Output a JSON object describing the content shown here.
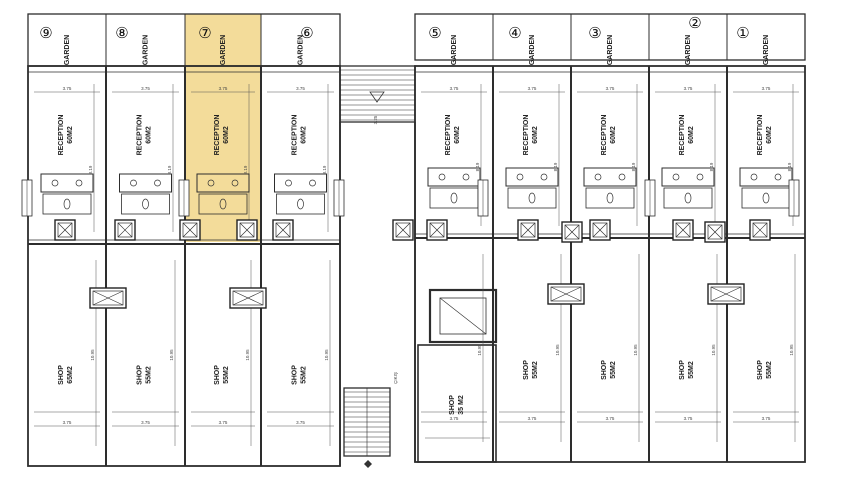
{
  "accent_color": "#f3dc9a",
  "gardens": [
    {
      "id": "9",
      "label": "GARDEN",
      "symbol": "⑨"
    },
    {
      "id": "8",
      "label": "GARDEN",
      "symbol": "⑧"
    },
    {
      "id": "7",
      "label": "GARDEN",
      "symbol": "⑦"
    },
    {
      "id": "6",
      "label": "GARDEN",
      "symbol": "⑥"
    },
    {
      "id": "5",
      "label": "GARDEN",
      "symbol": "⑤"
    },
    {
      "id": "4",
      "label": "GARDEN",
      "symbol": "④"
    },
    {
      "id": "3",
      "label": "GARDEN",
      "symbol": "③"
    },
    {
      "id": "2",
      "label": "GARDEN",
      "symbol": "②"
    },
    {
      "id": "1",
      "label": "GARDEN",
      "symbol": "①"
    }
  ],
  "reception": {
    "line1": "RECEPTION",
    "line2": "60M2"
  },
  "shops": [
    {
      "line1": "SHOP",
      "line2": "65M2"
    },
    {
      "line1": "SHOP",
      "line2": "55M2"
    },
    {
      "line1": "SHOP",
      "line2": "55M2"
    },
    {
      "line1": "SHOP",
      "line2": "55M2"
    },
    {
      "line1": "SHOP",
      "line2": "55M2"
    },
    {
      "line1": "SHOP",
      "line2": "55M2"
    },
    {
      "line1": "SHOP",
      "line2": "55M2"
    },
    {
      "line1": "SHOP",
      "line2": "55M2"
    }
  ],
  "small_shop": {
    "line1": "SHOP",
    "line2": "35 M2"
  },
  "dims": {
    "width": "3.75",
    "depth": "8.19",
    "shop_depth": "10.95",
    "corridor": "3.25"
  }
}
